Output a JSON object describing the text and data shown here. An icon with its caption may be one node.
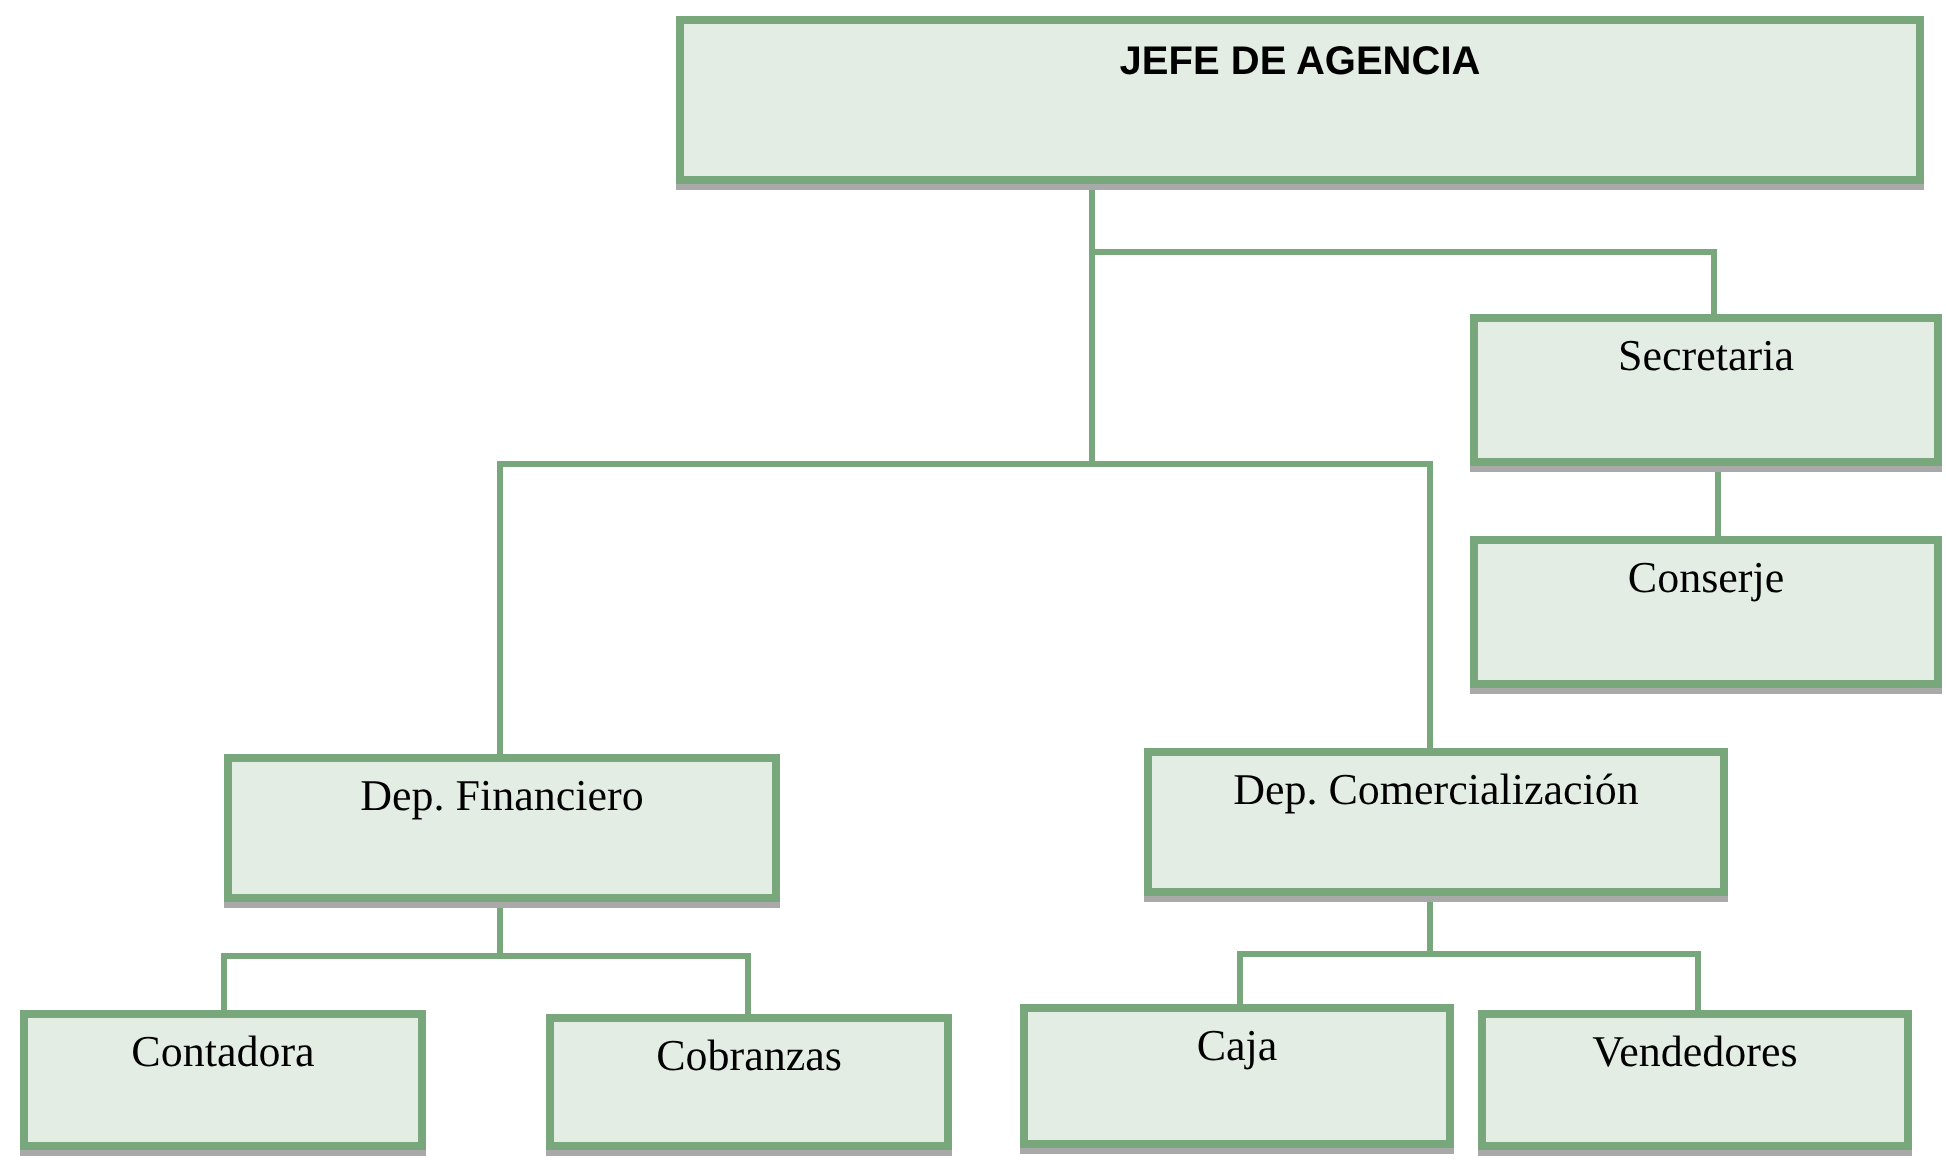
{
  "diagram": {
    "nodes": [
      {
        "text": [
          "JEFE DE AGENCIA"
        ]
      },
      {
        "text": [
          "Secretaria"
        ]
      },
      {
        "text": [
          "Conserje"
        ]
      },
      {
        "text": [
          "Dep. Financiero"
        ]
      },
      {
        "text": [
          "Dep. Comercialización"
        ]
      },
      {
        "text": [
          "Contadora"
        ]
      },
      {
        "text": [
          "Cobranzas"
        ]
      },
      {
        "text": [
          "Caja"
        ]
      },
      {
        "text": [
          "Vendedores"
        ]
      }
    ],
    "edges": [
      {
        "from": 0,
        "to": 1,
        "arrow": "none"
      },
      {
        "from": 0,
        "to": 3,
        "arrow": "none"
      },
      {
        "from": 0,
        "to": 4,
        "arrow": "none"
      },
      {
        "from": 1,
        "to": 2,
        "arrow": "none"
      },
      {
        "from": 3,
        "to": 5,
        "arrow": "none"
      },
      {
        "from": 3,
        "to": 6,
        "arrow": "none"
      },
      {
        "from": 4,
        "to": 7,
        "arrow": "none"
      },
      {
        "from": 4,
        "to": 8,
        "arrow": "none"
      }
    ]
  }
}
